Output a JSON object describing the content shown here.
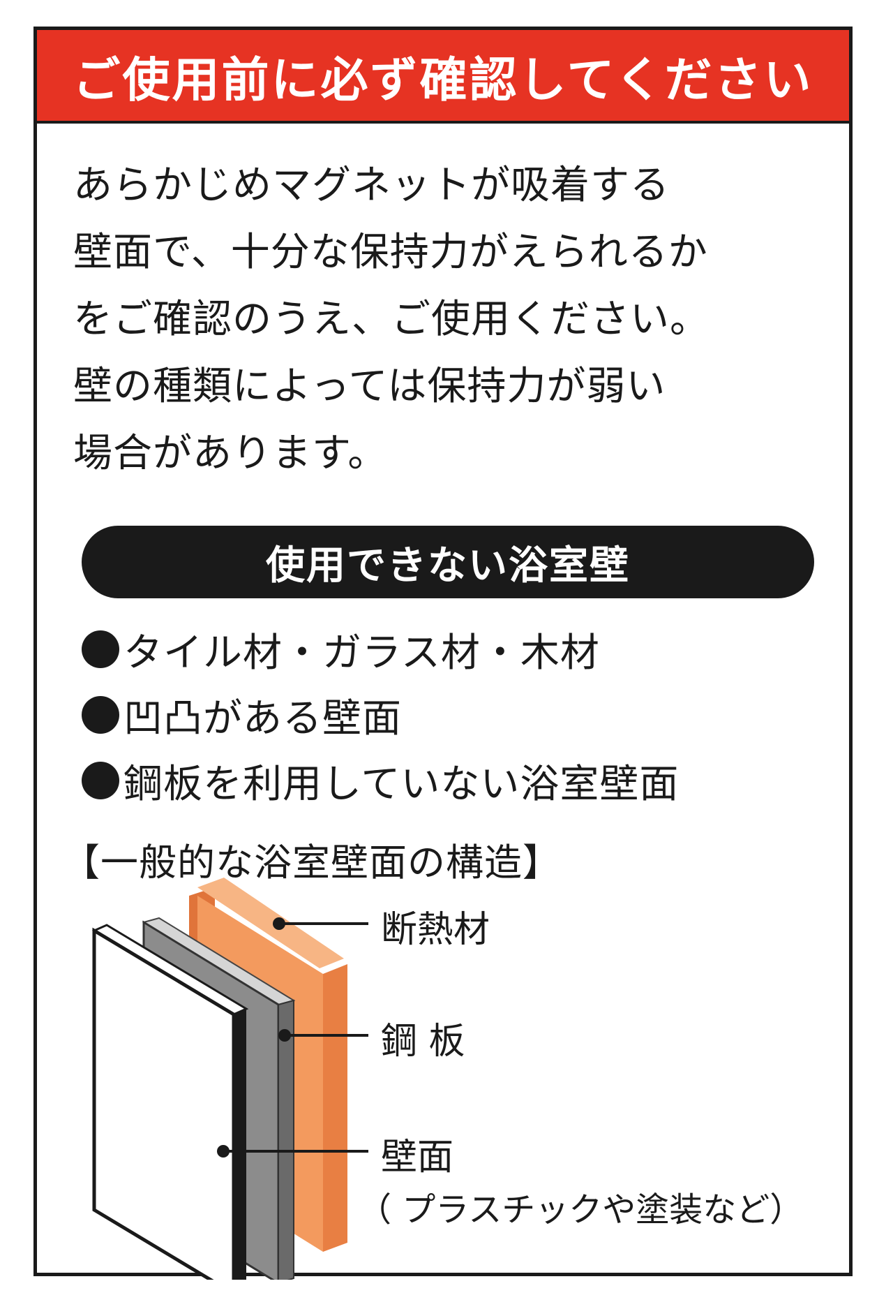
{
  "header": {
    "title": "ご使用前に必ず確認してください"
  },
  "intro": {
    "lines": [
      "あらかじめマグネットが吸着する",
      "壁面で、十分な保持力がえられるか",
      "をご確認のうえ、ご使用ください。",
      "壁の種類によっては保持力が弱い",
      "場合があります。"
    ]
  },
  "unusable": {
    "heading": "使用できない浴室壁",
    "items": [
      "タイル材・ガラス材・木材",
      "凹凸がある壁面",
      "鋼板を利用していない浴室壁面"
    ]
  },
  "structure": {
    "heading": "【一般的な浴室壁面の構造】",
    "labels": {
      "insulation": "断熱材",
      "steel": "鋼 板",
      "wall": "壁面",
      "wall_note": "（ プラスチックや塗装など）"
    }
  },
  "colors": {
    "header_red": "#e63323",
    "insulation_orange": "#f39a5e",
    "steel_gray": "#8c8c8c",
    "ink": "#1a1a1a"
  }
}
